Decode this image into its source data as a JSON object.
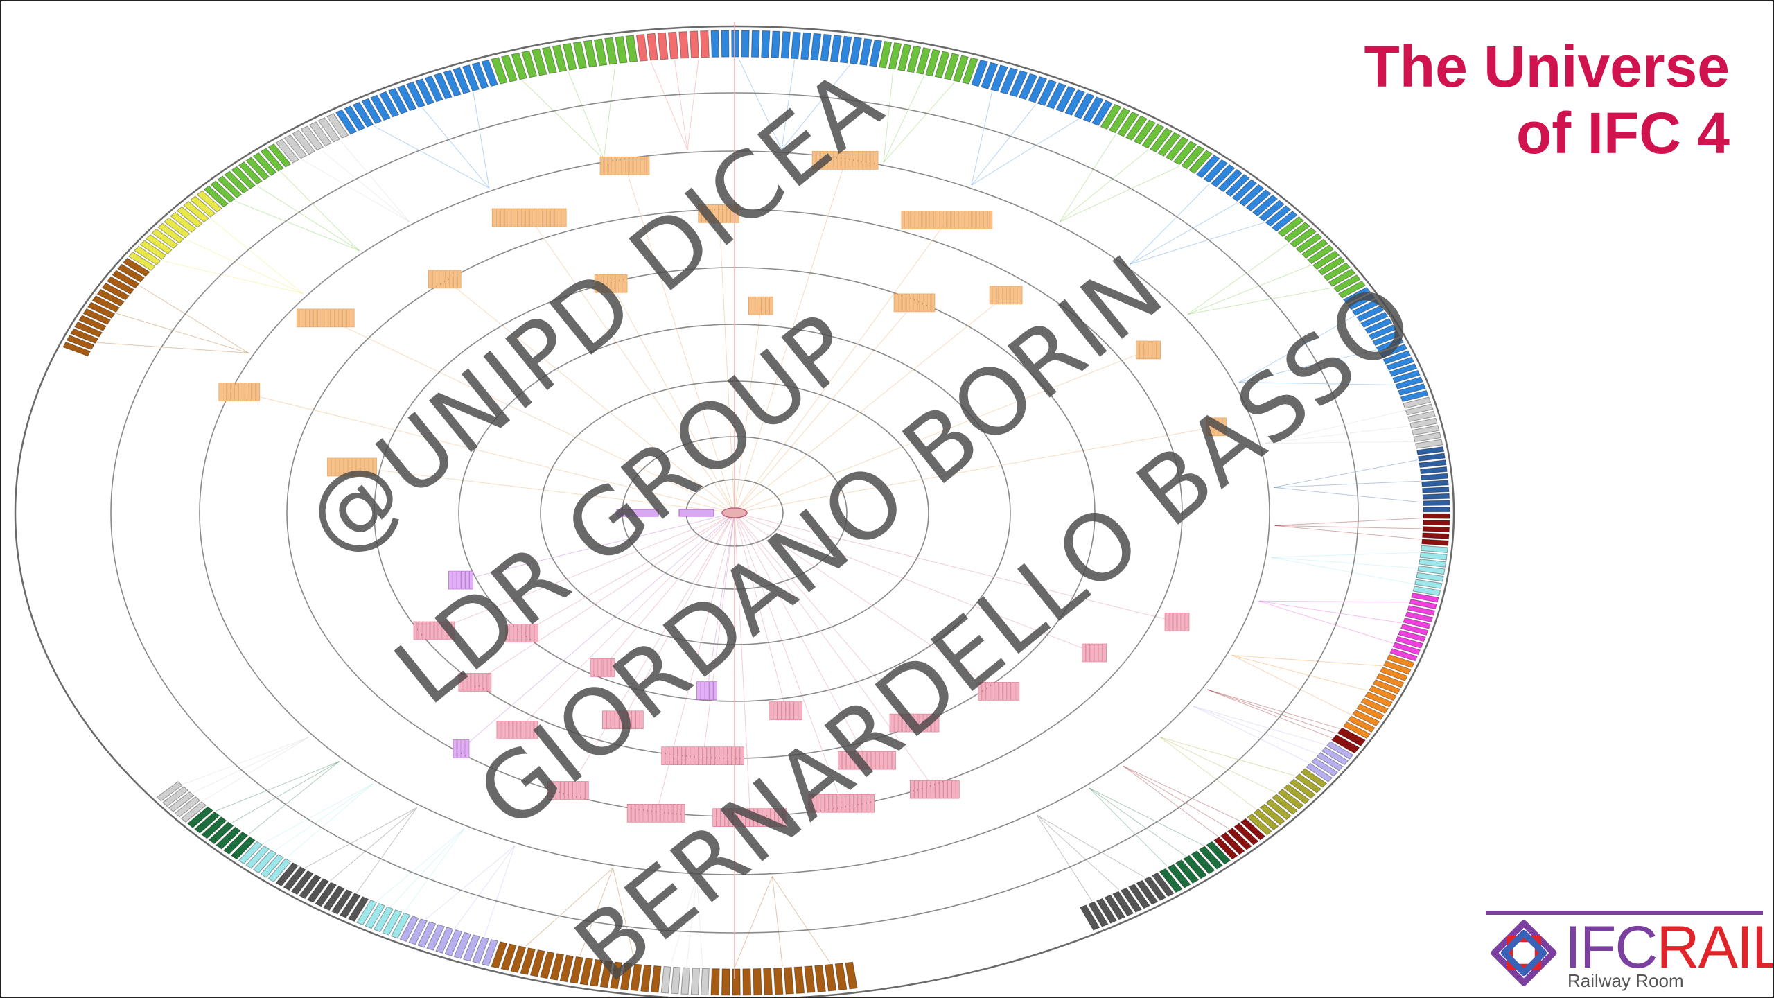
{
  "title": {
    "line1": "The Universe",
    "line2": "of IFC 4"
  },
  "watermark": [
    "@UNIPD DICEA",
    "LDR GROUP",
    "GIORDANO BORIN",
    "BERNARDELLO BASSO"
  ],
  "logo": {
    "word_ifc": "IFC",
    "word_rail": "RAIL",
    "registered": "®",
    "subtitle": "Railway Room"
  },
  "colors": {
    "title": "#d0134f",
    "ring": "#8a8a8a",
    "orange_branch": "#e59a4a",
    "pink_branch": "#d9708a",
    "purple_branch": "#b060d0",
    "logo_purple": "#7b3fa0",
    "logo_red": "#e0242a"
  },
  "outer_segments_palette": [
    "#2f86dd",
    "#6cc23a",
    "#f26d6d",
    "#146b3a",
    "#e8e84a",
    "#a65c12",
    "#cfcfcf",
    "#b8b0ee",
    "#9de6ea",
    "#555555",
    "#2e5fa0",
    "#8b1010",
    "#f040e0",
    "#f08a20",
    "#a8a830",
    "#1c6e3c"
  ]
}
